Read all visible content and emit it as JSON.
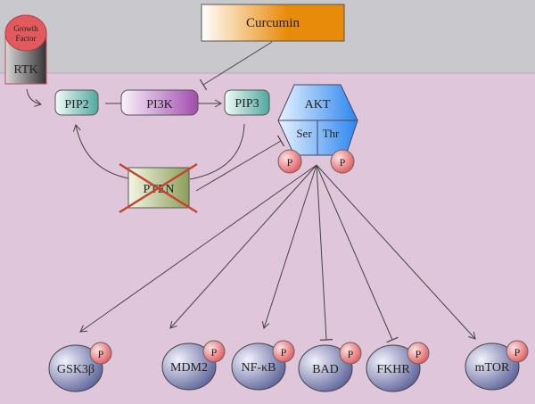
{
  "nodes": {
    "curcumin": "Curcumin",
    "growth_factor_line1": "Growth",
    "growth_factor_line2": "Factor",
    "rtk": "RTK",
    "pip2": "PIP2",
    "pi3k": "PI3K",
    "pip3": "PIP3",
    "akt": "AKT",
    "ser": "Ser",
    "thr": "Thr",
    "pten": "PTEN",
    "phospho": "P"
  },
  "targets": [
    {
      "label": "GSK3β",
      "effect": "activation"
    },
    {
      "label": "MDM2",
      "effect": "activation"
    },
    {
      "label": "NF-κB",
      "effect": "activation"
    },
    {
      "label": "BAD",
      "effect": "inhibition"
    },
    {
      "label": "FKHR",
      "effect": "inhibition"
    },
    {
      "label": "mTOR",
      "effect": "activation"
    }
  ],
  "colors": {
    "extracellular": "#c9c8cd",
    "cytoplasm": "#dfc6da",
    "curcumin": "#e98b0a",
    "growth_factor": "#e25a5e",
    "pip": "#4fa89e",
    "pi3k": "#a04cb0",
    "akt": "#2b86ee",
    "pten": "#8c9e5a",
    "cross": "#c8422e",
    "target": "#545a94"
  }
}
